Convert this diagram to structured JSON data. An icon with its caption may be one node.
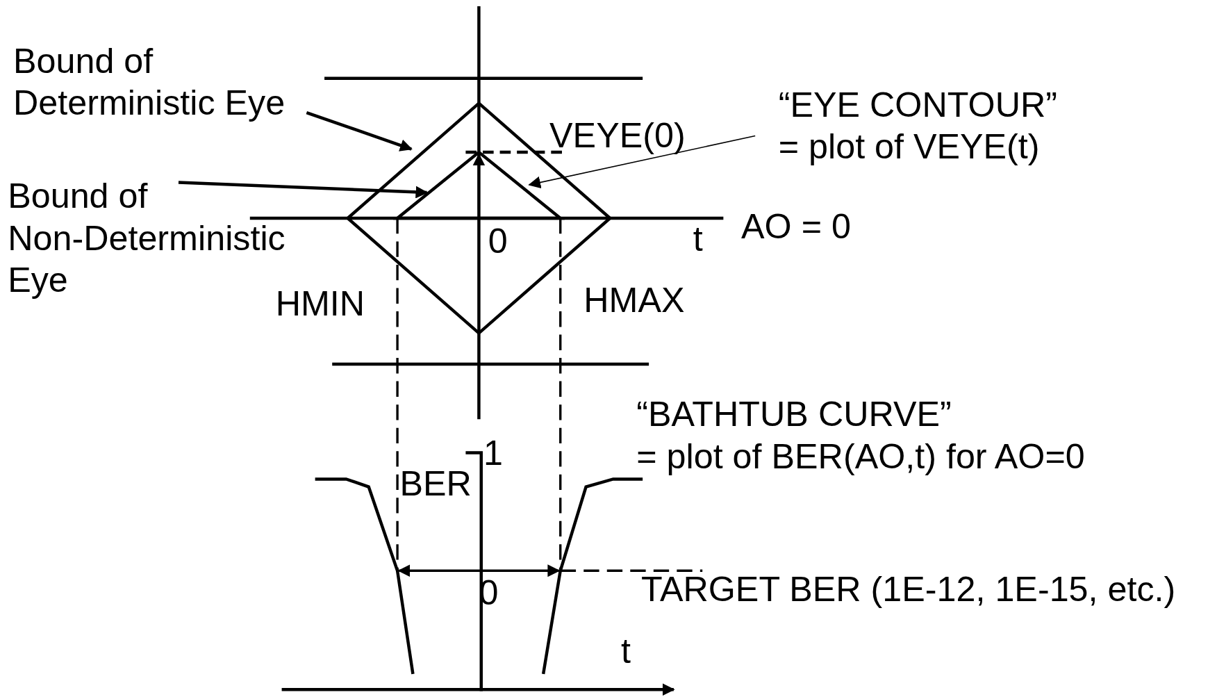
{
  "diagram": {
    "nodes": [
      {
        "text": [
          "Bound of Deterministic Eye"
        ]
      },
      {
        "text": [
          "Bound of Non-Deterministic Eye"
        ]
      },
      {
        "text": [
          "“EYE CONTOUR” = plot of VEYE(t)"
        ]
      },
      {
        "text": [],
        "shape": "diamond"
      },
      {
        "text": [],
        "shape": "triangle",
        "in": 3
      }
    ],
    "edges": [
      {
        "from": 0,
        "to": 3,
        "arrow": "to"
      },
      {
        "from": 1,
        "to": 4,
        "arrow": "to"
      },
      {
        "from": 2,
        "to": 4,
        "arrow": "to"
      }
    ],
    "labels": [
      "VEYE(0)",
      "0",
      "t",
      "AO = 0",
      "HMIN",
      "HMAX",
      "“BATHTUB CURVE” = plot of BER(AO,t) for AO=0",
      "1",
      "BER",
      "0",
      "TARGET BER (1E-12, 1E-15, etc.)",
      "t"
    ]
  }
}
